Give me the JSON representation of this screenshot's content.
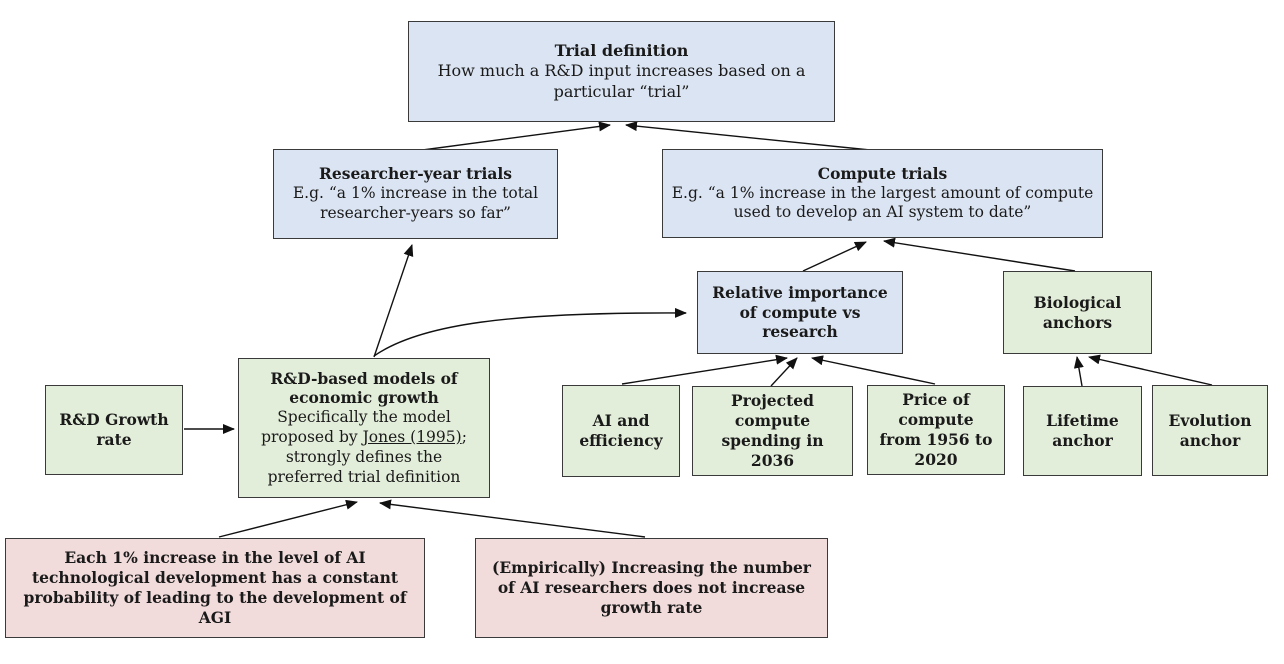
{
  "palette": {
    "blue": "#dbe4f2",
    "green": "#e3eeda",
    "pink": "#f2dcdb",
    "border": "#3a3a3a",
    "arrow": "#111111"
  },
  "nodes": {
    "trial_definition": {
      "title": "Trial definition",
      "body": "How much a R&D input increases based on a particular “trial”"
    },
    "researcher_year_trials": {
      "title": "Researcher-year trials",
      "body": "E.g. “a 1% increase in the total researcher-years so far”"
    },
    "compute_trials": {
      "title": "Compute trials",
      "body": "E.g. “a 1% increase in the largest amount of compute used to develop an AI system to date”"
    },
    "relative_importance": {
      "title": "Relative importance of compute vs research"
    },
    "biological_anchors": {
      "title": "Biological anchors"
    },
    "rd_growth_rate": {
      "title": "R&D Growth rate"
    },
    "rd_models": {
      "title": "R&D-based models of economic growth",
      "body_before": "Specifically the model proposed by ",
      "link_text": "Jones (1995)",
      "body_after": "; strongly defines the preferred trial definition"
    },
    "ai_and_efficiency": {
      "title": "AI and efficiency"
    },
    "projected_compute": {
      "title": "Projected compute spending in 2036"
    },
    "price_of_compute": {
      "title": "Price of compute from 1956 to 2020"
    },
    "lifetime_anchor": {
      "title": "Lifetime anchor"
    },
    "evolution_anchor": {
      "title": "Evolution anchor"
    },
    "agi_probability": {
      "title": "Each 1% increase in the level of AI technological development has a constant probability of leading to the development of AGI"
    },
    "empirical_growth": {
      "title": "(Empirically) Increasing the number of AI researchers does not increase growth rate"
    }
  }
}
